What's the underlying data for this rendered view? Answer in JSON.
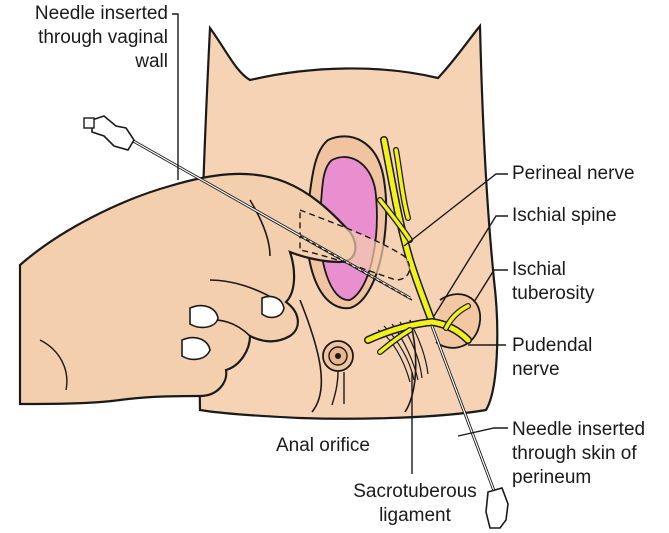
{
  "labels": {
    "needle_vaginal": [
      "Needle inserted",
      "through vaginal",
      "wall"
    ],
    "perineal_nerve": [
      "Perineal nerve"
    ],
    "ischial_spine": [
      "Ischial spine"
    ],
    "ischial_tuberosity": [
      "Ischial",
      "tuberosity"
    ],
    "pudendal_nerve": [
      "Pudendal",
      "nerve"
    ],
    "anal_orifice": [
      "Anal orifice"
    ],
    "needle_skin": [
      "Needle inserted",
      "through skin of",
      "perineum"
    ],
    "sacrotuberous": [
      "Sacrotuberous",
      "ligament"
    ]
  },
  "colors": {
    "skin": "#f6d3b4",
    "skin_shadow": "#e8b993",
    "hand": "#f3cfae",
    "mucosa": "#e98fcf",
    "nerve": "#f2f21a",
    "outline": "#1a1a1a"
  }
}
